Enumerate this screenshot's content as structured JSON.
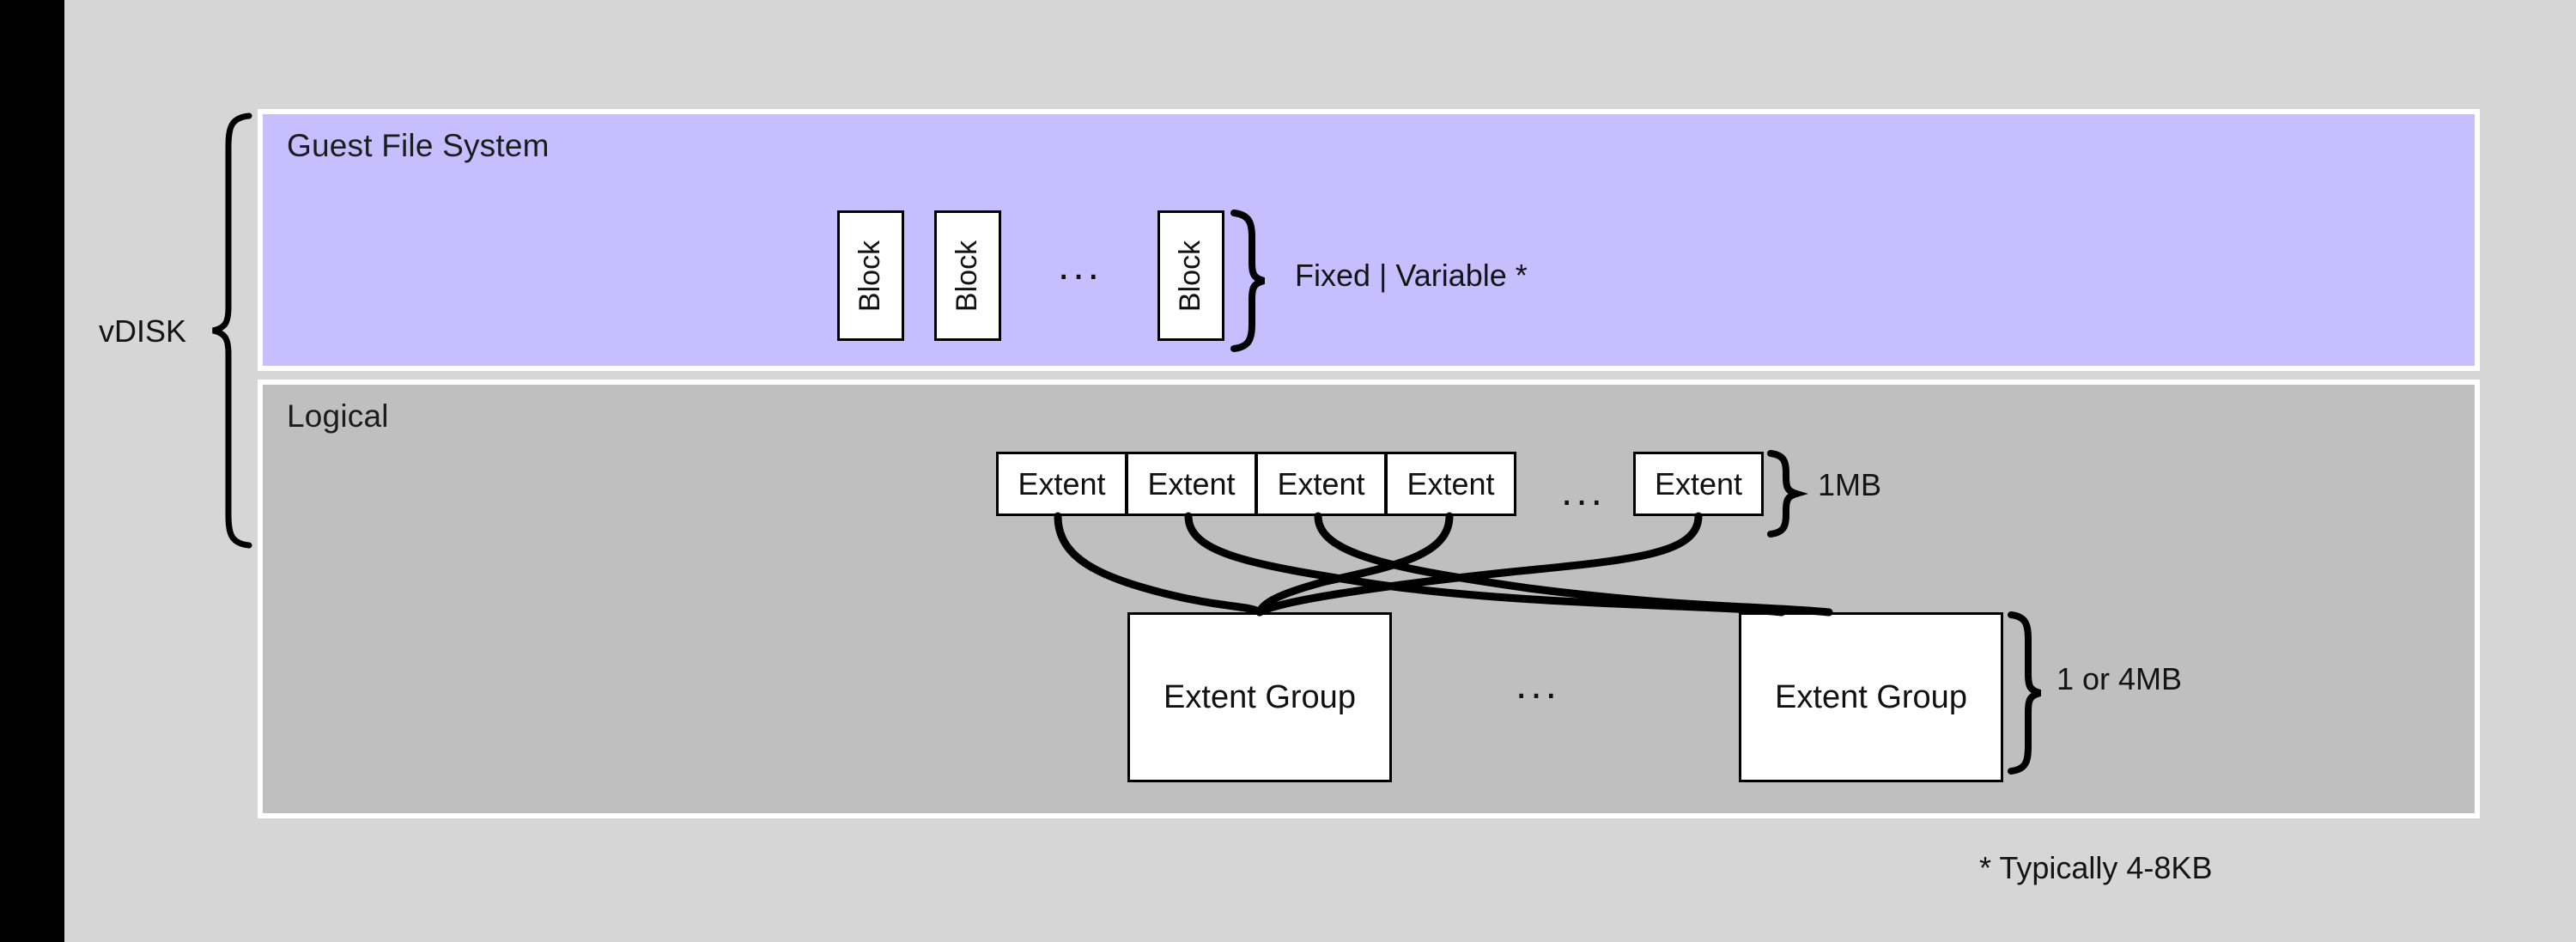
{
  "diagram": {
    "title_implicit": "vDISK storage layering",
    "left_bracket_label": "vDISK",
    "footnote": "* Typically 4-8KB",
    "colors": {
      "background": "#d6d6d6",
      "guest_panel": "#c6beff",
      "logical_panel": "#bfbfbf",
      "box_fill": "#ffffff",
      "stroke": "#000000",
      "left_bar": "#000000"
    }
  },
  "panels": [
    {
      "id": "guest-file-system",
      "title": "Guest File System",
      "blocks": [
        {
          "label": "Block"
        },
        {
          "label": "Block"
        },
        {
          "label": "Block"
        }
      ],
      "blocks_ellipsis": "...",
      "brace_label": "Fixed | Variable *"
    },
    {
      "id": "logical",
      "title": "Logical",
      "extents": [
        {
          "label": "Extent"
        },
        {
          "label": "Extent"
        },
        {
          "label": "Extent"
        },
        {
          "label": "Extent"
        },
        {
          "label": "Extent"
        }
      ],
      "extents_ellipsis": "...",
      "extents_brace_label": "1MB",
      "extent_groups": [
        {
          "label": "Extent Group"
        },
        {
          "label": "Extent Group"
        }
      ],
      "groups_ellipsis": "...",
      "groups_brace_label": "1 or 4MB"
    }
  ],
  "connections": [
    {
      "from": "extent-1",
      "to": "extent-group-1"
    },
    {
      "from": "extent-2",
      "to": "extent-group-1"
    },
    {
      "from": "extent-3",
      "to": "extent-group-2"
    },
    {
      "from": "extent-4",
      "to": "extent-group-2"
    },
    {
      "from": "extent-5",
      "to": "extent-group-1"
    }
  ]
}
